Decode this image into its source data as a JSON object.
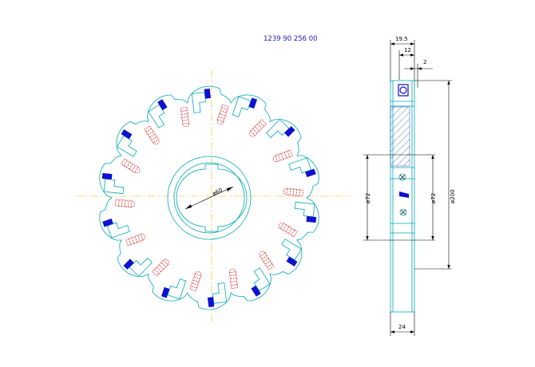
{
  "part_number": "1239 90 256 00",
  "front_view": {
    "bore_label": "ø60",
    "teeth_count": 14
  },
  "side_view": {
    "dim_width_total": "19.5",
    "dim_width_body": "12",
    "dim_offset": "2",
    "dim_hub_diameter_left": "ø72",
    "dim_hub_diameter_right": "ø72",
    "dim_outer_diameter": "ø200",
    "dim_hub_width": "24"
  },
  "colors": {
    "outline": "#00a8b8",
    "centerline": "#e0c000",
    "hidden": "#d00000",
    "insert": "#1010d0",
    "dimension": "#000000",
    "part_number": "#1a1ac0",
    "hatch": "#3050c0"
  }
}
